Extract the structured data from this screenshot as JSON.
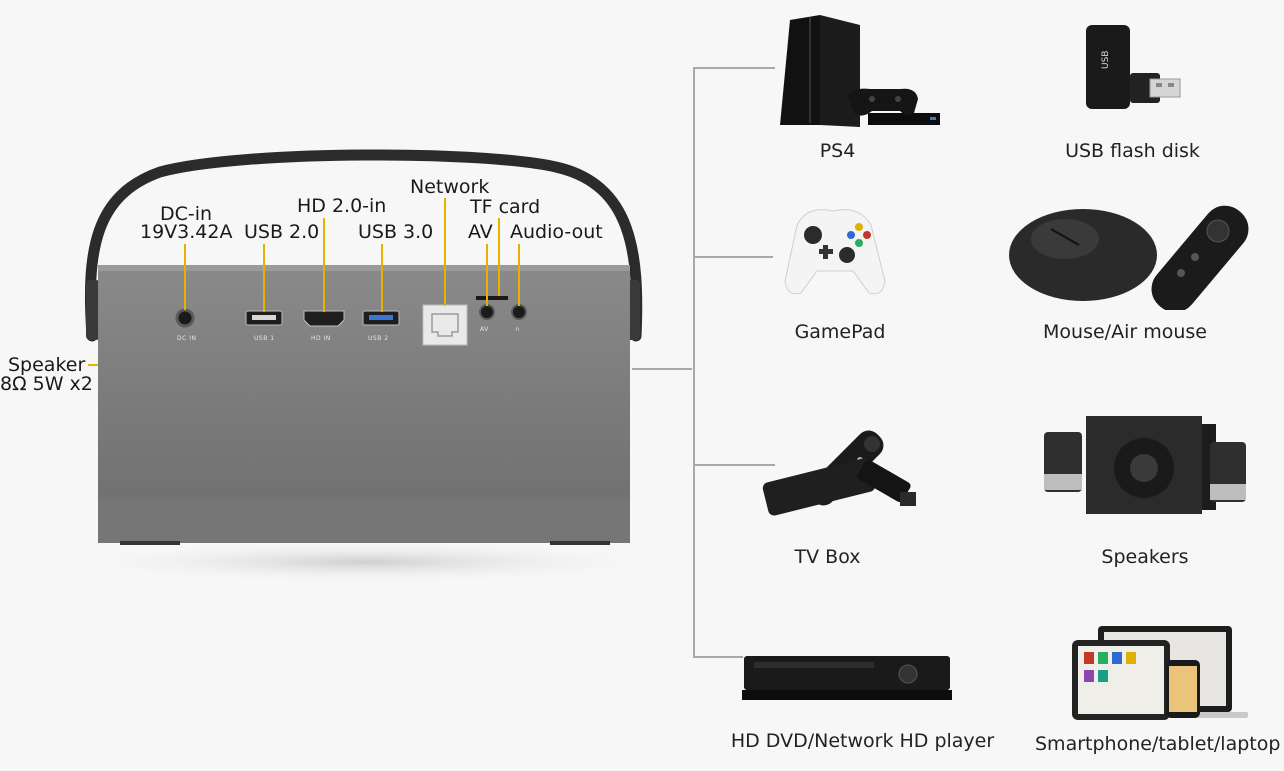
{
  "device": {
    "port_labels": {
      "dc_in": "Speaker",
      "dc_in_sub": "8Ω 5W x2",
      "dcin_title": "DC-in",
      "dcin_spec": "19V3.42A",
      "usb2": "USB 2.0",
      "hdmi": "HD 2.0-in",
      "usb3": "USB 3.0",
      "network": "Network",
      "tf": "TF card",
      "av": "AV",
      "audio": "Audio-out"
    },
    "panel_text": {
      "dc": "DC IN",
      "usb1": "USB 1",
      "hd": "HD  IN",
      "usb2": "USB 2",
      "av": "AV",
      "ear": "∩"
    }
  },
  "devices": [
    {
      "label": "PS4",
      "icon": "ps4-console-icon"
    },
    {
      "label": "USB flash disk",
      "icon": "usb-flash-disk-icon"
    },
    {
      "label": "GamePad",
      "icon": "gamepad-icon"
    },
    {
      "label": "Mouse/Air mouse",
      "icon": "mouse-icon"
    },
    {
      "label": "TV Box",
      "icon": "tv-box-icon"
    },
    {
      "label": "Speakers",
      "icon": "speakers-icon"
    },
    {
      "label": "HD DVD/Network HD player",
      "icon": "dvd-player-icon"
    },
    {
      "label": "Smartphone/tablet/laptop",
      "icon": "smartphone-tablet-laptop-icon"
    }
  ],
  "colors": {
    "leader": "#e8b100",
    "body": "#7d7d7d",
    "tree": "#a9a9a9"
  }
}
